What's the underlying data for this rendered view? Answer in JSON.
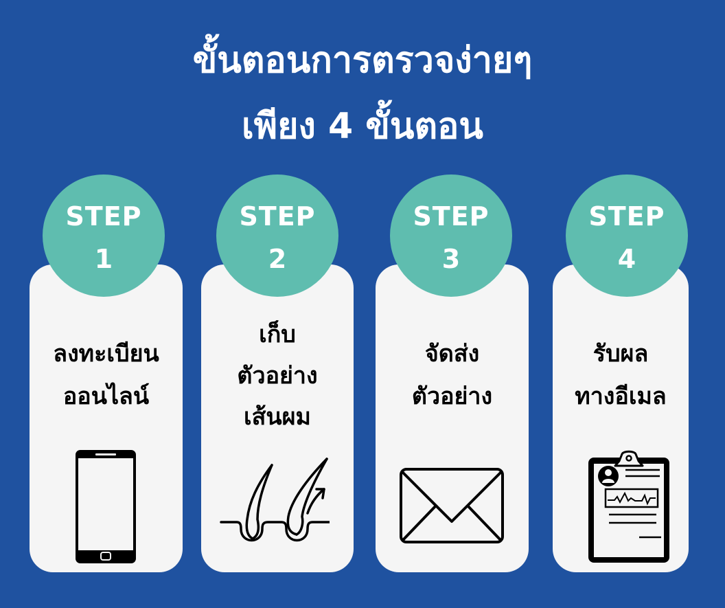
{
  "title": {
    "line1": "ขั้นตอนการตรวจง่ายๆ",
    "line2": "เพียง 4 ขั้นตอน"
  },
  "colors": {
    "background": "#1F52A0",
    "badge": "#5FBDAF",
    "card": "#F5F5F5",
    "text_light": "#FFFFFF",
    "text_dark": "#000000"
  },
  "steps": [
    {
      "label": "STEP",
      "number": "1",
      "lines": [
        "ลงทะเบียน",
        "ออนไลน์"
      ],
      "icon": "smartphone-icon"
    },
    {
      "label": "STEP",
      "number": "2",
      "lines": [
        "เก็บ",
        "ตัวอย่าง",
        "เส้นผม"
      ],
      "icon": "hair-follicle-icon"
    },
    {
      "label": "STEP",
      "number": "3",
      "lines": [
        "จัดส่ง",
        "ตัวอย่าง"
      ],
      "icon": "envelope-icon"
    },
    {
      "label": "STEP",
      "number": "4",
      "lines": [
        "รับผล",
        "ทางอีเมล"
      ],
      "icon": "clipboard-report-icon"
    }
  ]
}
